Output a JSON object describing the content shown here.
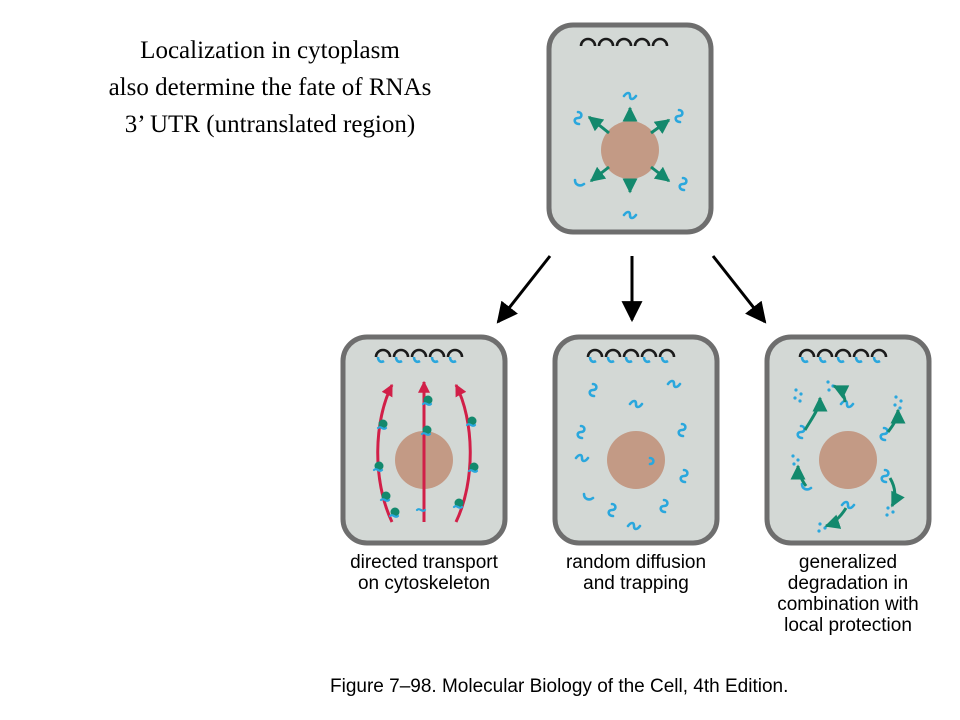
{
  "heading": {
    "line1": "Localization in cytoplasm",
    "line2": "also determine the fate of RNAs",
    "line3": "3’ UTR (untranslated region)"
  },
  "panels": [
    {
      "id": "directed",
      "caption_lines": [
        "directed transport",
        "on cytoskeleton"
      ]
    },
    {
      "id": "diffusion",
      "caption_lines": [
        "random diffusion",
        "and trapping"
      ]
    },
    {
      "id": "degradation",
      "caption_lines": [
        "generalized",
        "degradation in",
        "combination with",
        "local protection"
      ]
    }
  ],
  "figure_credit": "Figure 7–98. Molecular Biology of the Cell, 4th Edition.",
  "colors": {
    "cell_fill": "#d3d8d5",
    "cell_border": "#6e6e6e",
    "nucleus": "#c39a85",
    "rna": "#2aa7dd",
    "arrow_green": "#13896d",
    "track_red": "#d11f48",
    "receptor": "#1b1b1b",
    "flow_arrow": "#000000"
  },
  "icons": [
    "mrna-squiggle",
    "anchor-loop",
    "motor-protein",
    "degraded-fragments"
  ]
}
